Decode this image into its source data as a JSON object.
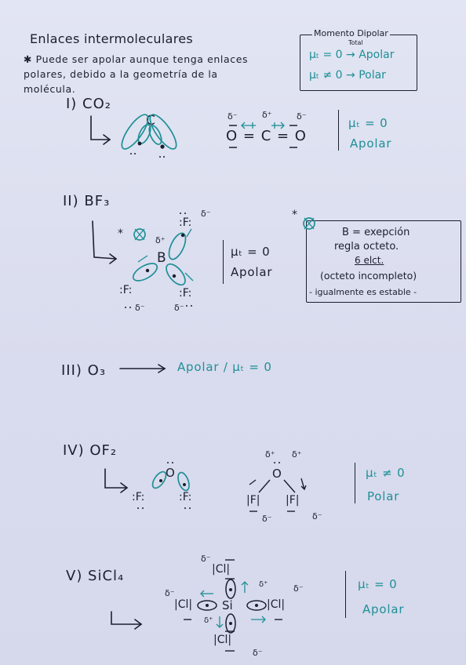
{
  "title": "Enlaces intermoleculares",
  "note": {
    "line1": "✱ Puede ser apolar aunque tenga enlaces",
    "line2": "polares, debido a la geometría de la",
    "line3": "molécula."
  },
  "dipole_box": {
    "title": "Momento Dipolar",
    "subtitle": "Total",
    "row1": "μₜ = 0 → Apolar",
    "row2": "μₜ ≠ 0 → Polar"
  },
  "sections": [
    {
      "label": "I) CO₂",
      "formula": "O = C = O",
      "result1": "μₜ = 0",
      "result2": "Apolar"
    },
    {
      "label": "II) BF₃",
      "center": "B",
      "atom": ":F:",
      "result1": "μₜ = 0",
      "result2": "Apolar"
    },
    {
      "label": "III) O₃",
      "result_inline": "Apolar / μₜ = 0"
    },
    {
      "label": "IV) OF₂",
      "center": "O",
      "atom": ":F:",
      "atom_alt": "|F|",
      "result1": "μₜ ≠ 0",
      "result2": "Polar"
    },
    {
      "label": "V) SiCl₄",
      "center": "Si",
      "atom": "|Cl|",
      "result1": "μₜ = 0",
      "result2": "Apolar"
    }
  ],
  "exception_box": {
    "line1": "B = exepción",
    "line2": "regla octeto.",
    "line3": "6 elct.",
    "line4": "(octeto incompleto)",
    "line5": "- igualmente es estable -"
  },
  "charges": {
    "neg": "δ⁻",
    "pos": "δ⁺"
  },
  "colors": {
    "ink": "#1c1f2e",
    "teal": "#1f8f96",
    "paper": "#dde0ef"
  }
}
